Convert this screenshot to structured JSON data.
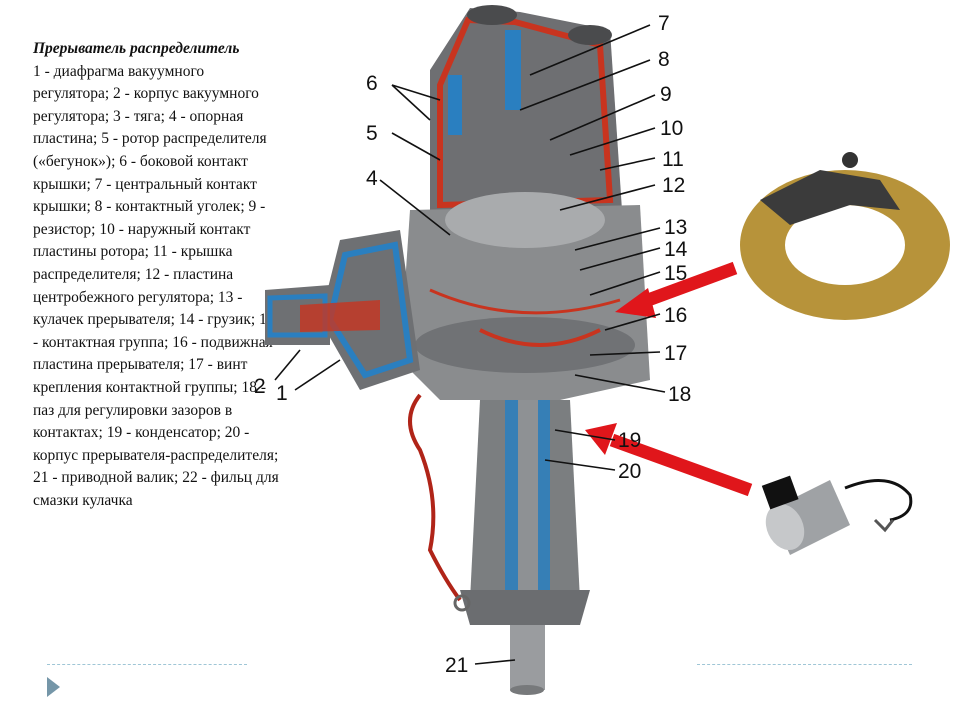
{
  "caption": {
    "title": "Прерыватель распределитель",
    "body": "1 - диафрагма вакуумного регулятора; 2 - корпус вакуумного регулятора; 3 - тяга; 4 - опорная пластина; 5 - ротор распределителя («бегунок»); 6 - боковой контакт крышки; 7 - центральный контакт крышки; 8 - контактный уголек; 9 - резистор; 10 - наружный контакт пластины ротора; 11 - крышка распределителя; 12 - пластина центробежного регулятора; 13 - кулачек прерывателя; 14 - грузик; 15 - контактная группа; 16 - подвижная пластина прерывателя; 17 - винт крепления контактной группы; 18 - паз для регулировки зазоров в контактах; 19 - конденсатор; 20 - корпус прерывателя-распределителя; 21 - приводной валик; 22 - фильц для смазки кулачка"
  },
  "callouts": [
    "7",
    "8",
    "9",
    "10",
    "11",
    "12",
    "13",
    "14",
    "15",
    "16",
    "17",
    "18",
    "19",
    "20",
    "21",
    "6",
    "5",
    "4",
    "2",
    "1"
  ],
  "colors": {
    "arrow_red": "#e0161b",
    "cutaway_red": "#c8341f",
    "cutaway_blue": "#2a7fc0",
    "metal": "#7b7e80"
  }
}
